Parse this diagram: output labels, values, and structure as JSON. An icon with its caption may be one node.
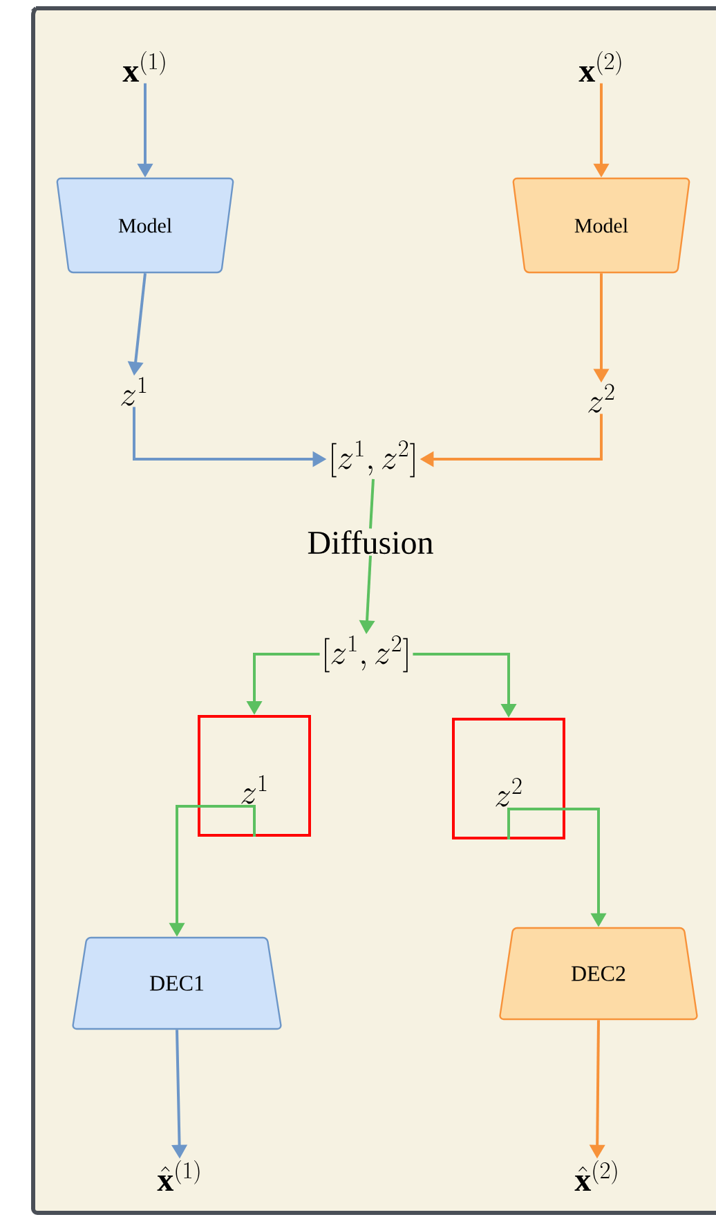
{
  "diagram": {
    "nodes": [
      {
        "text": [
          "\\mathbf{x}^{(1)}"
        ]
      },
      {
        "text": [
          "Model"
        ]
      },
      {
        "text": [
          "\\mathbf{x}^{(2)}"
        ]
      },
      {
        "text": [
          "Model"
        ]
      },
      {
        "text": [
          "z^{1}"
        ]
      },
      {
        "text": [
          "z^{2}"
        ]
      },
      {
        "text": [
          "[z^{1}, z^{2}]"
        ]
      },
      {
        "text": [
          "Diffusion"
        ]
      },
      {
        "text": [
          "[z^{1}, z^{2}]"
        ]
      },
      {
        "text": [
          "z^{1}"
        ]
      },
      {
        "text": [
          "z^{2}"
        ]
      },
      {
        "text": [
          "DEC1"
        ]
      },
      {
        "text": [
          "DEC2"
        ]
      },
      {
        "text": [
          "\\hat{\\mathbf{x}}^{(1)}"
        ]
      },
      {
        "text": [
          "\\hat{\\mathbf{x}}^{(2)}"
        ]
      }
    ],
    "edges": [
      {
        "from": 0,
        "to": 1,
        "arrow": "to",
        "color": "#6c96c8"
      },
      {
        "from": 1,
        "to": 4,
        "arrow": "to",
        "color": "#6c96c8"
      },
      {
        "from": 4,
        "to": 6,
        "arrow": "to",
        "color": "#6c96c8"
      },
      {
        "from": 2,
        "to": 3,
        "arrow": "to",
        "color": "#f7923a"
      },
      {
        "from": 3,
        "to": 5,
        "arrow": "to",
        "color": "#f7923a"
      },
      {
        "from": 5,
        "to": 6,
        "arrow": "to",
        "color": "#f7923a"
      },
      {
        "from": 6,
        "to": 7,
        "arrow": "none",
        "color": "#5cc060"
      },
      {
        "from": 7,
        "to": 8,
        "arrow": "to",
        "color": "#5cc060"
      },
      {
        "from": 8,
        "to": 9,
        "arrow": "to",
        "color": "#5cc060"
      },
      {
        "from": 8,
        "to": 10,
        "arrow": "to",
        "color": "#5cc060"
      },
      {
        "from": 9,
        "to": 11,
        "arrow": "to",
        "color": "#5cc060"
      },
      {
        "from": 10,
        "to": 12,
        "arrow": "to",
        "color": "#5cc060"
      },
      {
        "from": 11,
        "to": 13,
        "arrow": "to",
        "color": "#6c96c8"
      },
      {
        "from": 12,
        "to": 14,
        "arrow": "to",
        "color": "#f7923a"
      }
    ]
  }
}
